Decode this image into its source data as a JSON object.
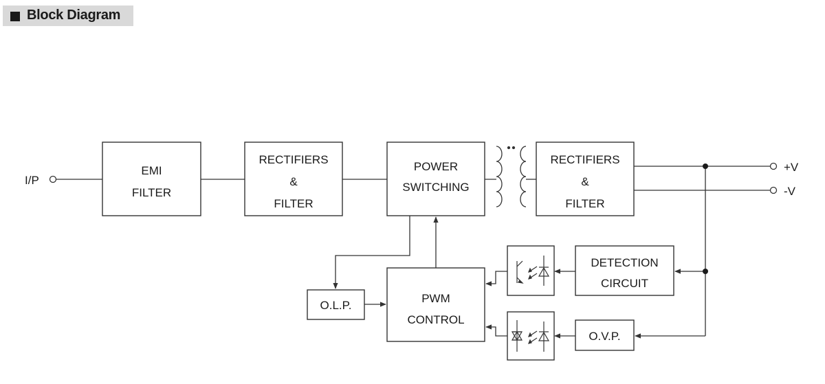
{
  "header": {
    "title": "Block Diagram"
  },
  "blocks": {
    "emi_filter": [
      "EMI",
      "FILTER"
    ],
    "input_rectifiers": [
      "RECTIFIERS",
      "&",
      "FILTER"
    ],
    "power_switching": [
      "POWER",
      "SWITCHING"
    ],
    "output_rectifiers": [
      "RECTIFIERS",
      "&",
      "FILTER"
    ],
    "pwm_control": [
      "PWM",
      "CONTROL"
    ],
    "olp": "O.L.P.",
    "detection_circuit": [
      "DETECTION",
      "CIRCUIT"
    ],
    "ovp": "O.V.P."
  },
  "terminals": {
    "input": "I/P",
    "positive": "+V",
    "negative": "-V"
  }
}
